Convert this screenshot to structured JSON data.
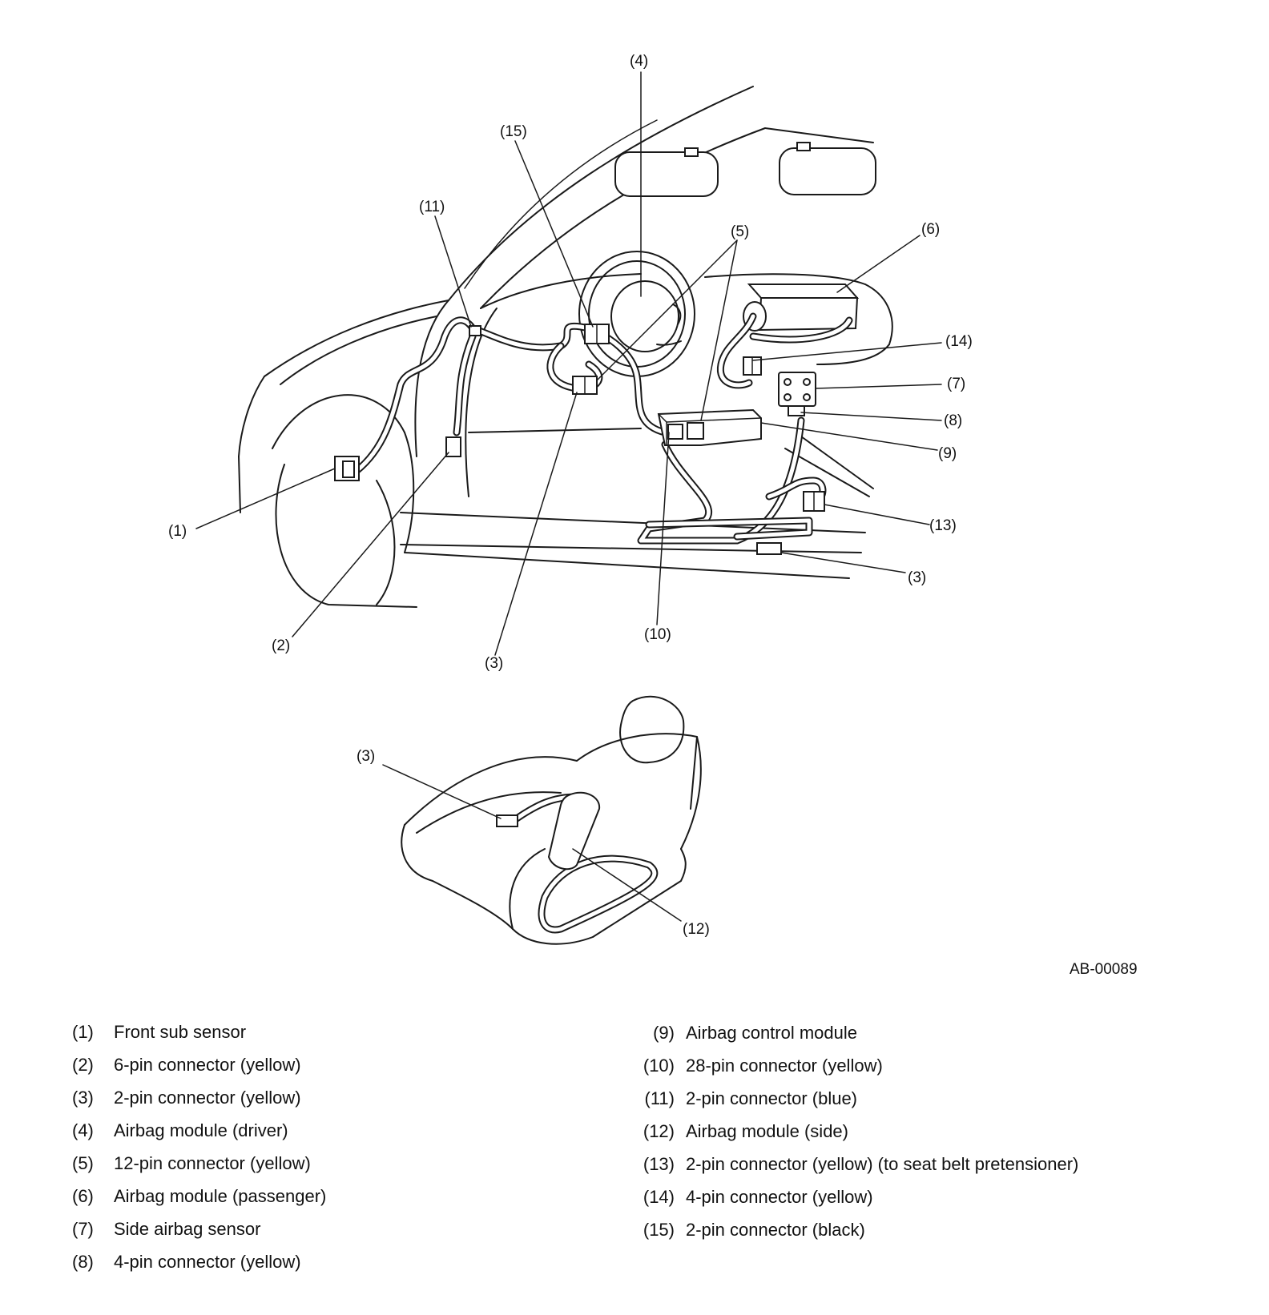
{
  "callouts": {
    "c1": "(1)",
    "c2": "(2)",
    "c3a": "(3)",
    "c3b": "(3)",
    "c3c": "(3)",
    "c4": "(4)",
    "c5": "(5)",
    "c6": "(6)",
    "c7": "(7)",
    "c8": "(8)",
    "c9": "(9)",
    "c10": "(10)",
    "c11": "(11)",
    "c12": "(12)",
    "c13": "(13)",
    "c14": "(14)",
    "c15": "(15)"
  },
  "figure_id": "AB-00089",
  "legend": {
    "left": [
      {
        "num": "(1)",
        "text": "Front sub sensor"
      },
      {
        "num": "(2)",
        "text": "6-pin connector (yellow)"
      },
      {
        "num": "(3)",
        "text": "2-pin connector (yellow)"
      },
      {
        "num": "(4)",
        "text": "Airbag module (driver)"
      },
      {
        "num": "(5)",
        "text": "12-pin connector (yellow)"
      },
      {
        "num": "(6)",
        "text": "Airbag module (passenger)"
      },
      {
        "num": "(7)",
        "text": "Side airbag sensor"
      },
      {
        "num": "(8)",
        "text": "4-pin connector (yellow)"
      }
    ],
    "right": [
      {
        "num": "(9)",
        "text": "Airbag control module"
      },
      {
        "num": "(10)",
        "text": "28-pin connector (yellow)"
      },
      {
        "num": "(11)",
        "text": "2-pin connector (blue)"
      },
      {
        "num": "(12)",
        "text": "Airbag module (side)"
      },
      {
        "num": "(13)",
        "text": "2-pin connector (yellow) (to seat belt pretensioner)"
      },
      {
        "num": "(14)",
        "text": "4-pin connector (yellow)"
      },
      {
        "num": "(15)",
        "text": "2-pin connector (black)"
      }
    ]
  }
}
